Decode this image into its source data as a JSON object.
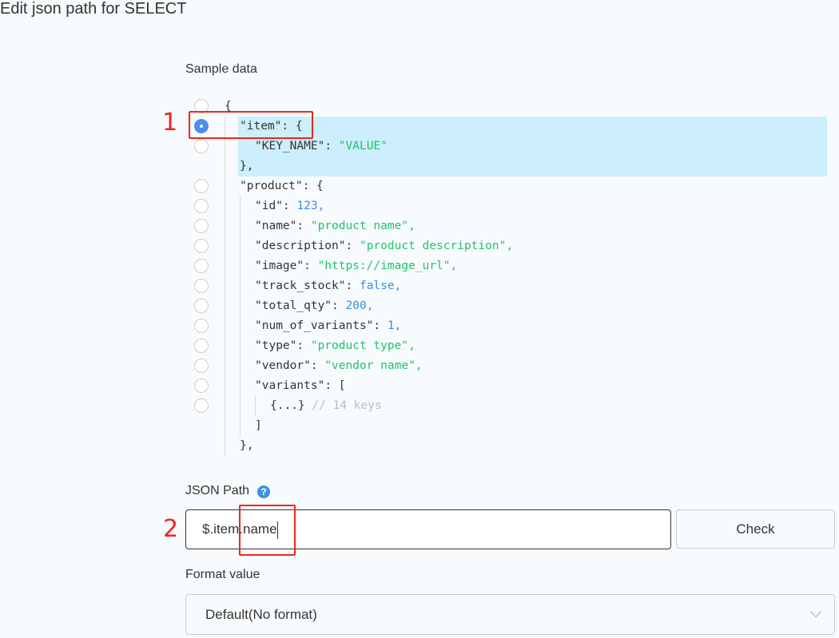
{
  "title": "Edit json path for SELECT",
  "sample_label": "Sample data",
  "lines": [
    {
      "indent": 0,
      "radio": true,
      "tokens": [
        [
          "{",
          "p"
        ]
      ]
    },
    {
      "indent": 1,
      "radio": true,
      "selected": true,
      "tokens": [
        [
          "\"item\"",
          "key"
        ],
        [
          ": {",
          "p"
        ]
      ]
    },
    {
      "indent": 2,
      "radio": true,
      "tokens": [
        [
          "\"KEY_NAME\"",
          "key"
        ],
        [
          ": ",
          "p"
        ],
        [
          "\"VALUE\"",
          "str"
        ]
      ]
    },
    {
      "indent": 1,
      "radio": false,
      "tokens": [
        [
          "},",
          "p"
        ]
      ]
    },
    {
      "indent": 1,
      "radio": true,
      "tokens": [
        [
          "\"product\"",
          "key"
        ],
        [
          ": {",
          "p"
        ]
      ]
    },
    {
      "indent": 2,
      "radio": true,
      "tokens": [
        [
          "\"id\"",
          "key"
        ],
        [
          ": ",
          "p"
        ],
        [
          "123,",
          "num"
        ]
      ]
    },
    {
      "indent": 2,
      "radio": true,
      "tokens": [
        [
          "\"name\"",
          "key"
        ],
        [
          ": ",
          "p"
        ],
        [
          "\"product name\",",
          "str"
        ]
      ]
    },
    {
      "indent": 2,
      "radio": true,
      "tokens": [
        [
          "\"description\"",
          "key"
        ],
        [
          ": ",
          "p"
        ],
        [
          "\"product description\",",
          "str"
        ]
      ]
    },
    {
      "indent": 2,
      "radio": true,
      "tokens": [
        [
          "\"image\"",
          "key"
        ],
        [
          ": ",
          "p"
        ],
        [
          "\"https://image_url\",",
          "str"
        ]
      ]
    },
    {
      "indent": 2,
      "radio": true,
      "tokens": [
        [
          "\"track_stock\"",
          "key"
        ],
        [
          ": ",
          "p"
        ],
        [
          "false,",
          "num"
        ]
      ]
    },
    {
      "indent": 2,
      "radio": true,
      "tokens": [
        [
          "\"total_qty\"",
          "key"
        ],
        [
          ": ",
          "p"
        ],
        [
          "200,",
          "num"
        ]
      ]
    },
    {
      "indent": 2,
      "radio": true,
      "tokens": [
        [
          "\"num_of_variants\"",
          "key"
        ],
        [
          ": ",
          "p"
        ],
        [
          "1,",
          "num"
        ]
      ]
    },
    {
      "indent": 2,
      "radio": true,
      "tokens": [
        [
          "\"type\"",
          "key"
        ],
        [
          ": ",
          "p"
        ],
        [
          "\"product type\",",
          "str"
        ]
      ]
    },
    {
      "indent": 2,
      "radio": true,
      "tokens": [
        [
          "\"vendor\"",
          "key"
        ],
        [
          ": ",
          "p"
        ],
        [
          "\"vendor name\",",
          "str"
        ]
      ]
    },
    {
      "indent": 2,
      "radio": true,
      "tokens": [
        [
          "\"variants\"",
          "key"
        ],
        [
          ": [",
          "p"
        ]
      ]
    },
    {
      "indent": 3,
      "radio": true,
      "tokens": [
        [
          "{...}",
          "p"
        ],
        [
          " // 14 keys",
          "cm"
        ]
      ]
    },
    {
      "indent": 2,
      "radio": false,
      "tokens": [
        [
          "]",
          "p"
        ]
      ]
    },
    {
      "indent": 1,
      "radio": false,
      "tokens": [
        [
          "},",
          "p"
        ]
      ]
    }
  ],
  "annotations": {
    "one": "1",
    "two": "2"
  },
  "json_path": {
    "label": "JSON Path",
    "help": "?",
    "value": "$.item.name",
    "check_label": "Check"
  },
  "format": {
    "label": "Format value",
    "selected": "Default(No format)"
  },
  "colors": {
    "string": "#1fc46b",
    "number": "#3b8ee0",
    "highlight": "#cdeefc",
    "annotation": "#f0251e"
  }
}
